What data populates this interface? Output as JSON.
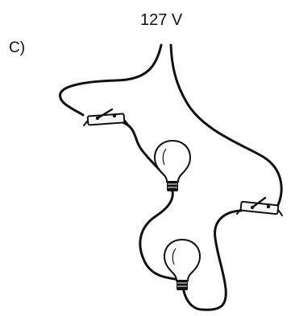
{
  "labels": {
    "item": "C)",
    "voltage": "127 V"
  },
  "diagram": {
    "stroke_color": "#111111",
    "bulb_fill": "#ffffff",
    "switch_fill": "#f7f7f7",
    "components": {
      "switches": 2,
      "lamps": 2
    }
  }
}
